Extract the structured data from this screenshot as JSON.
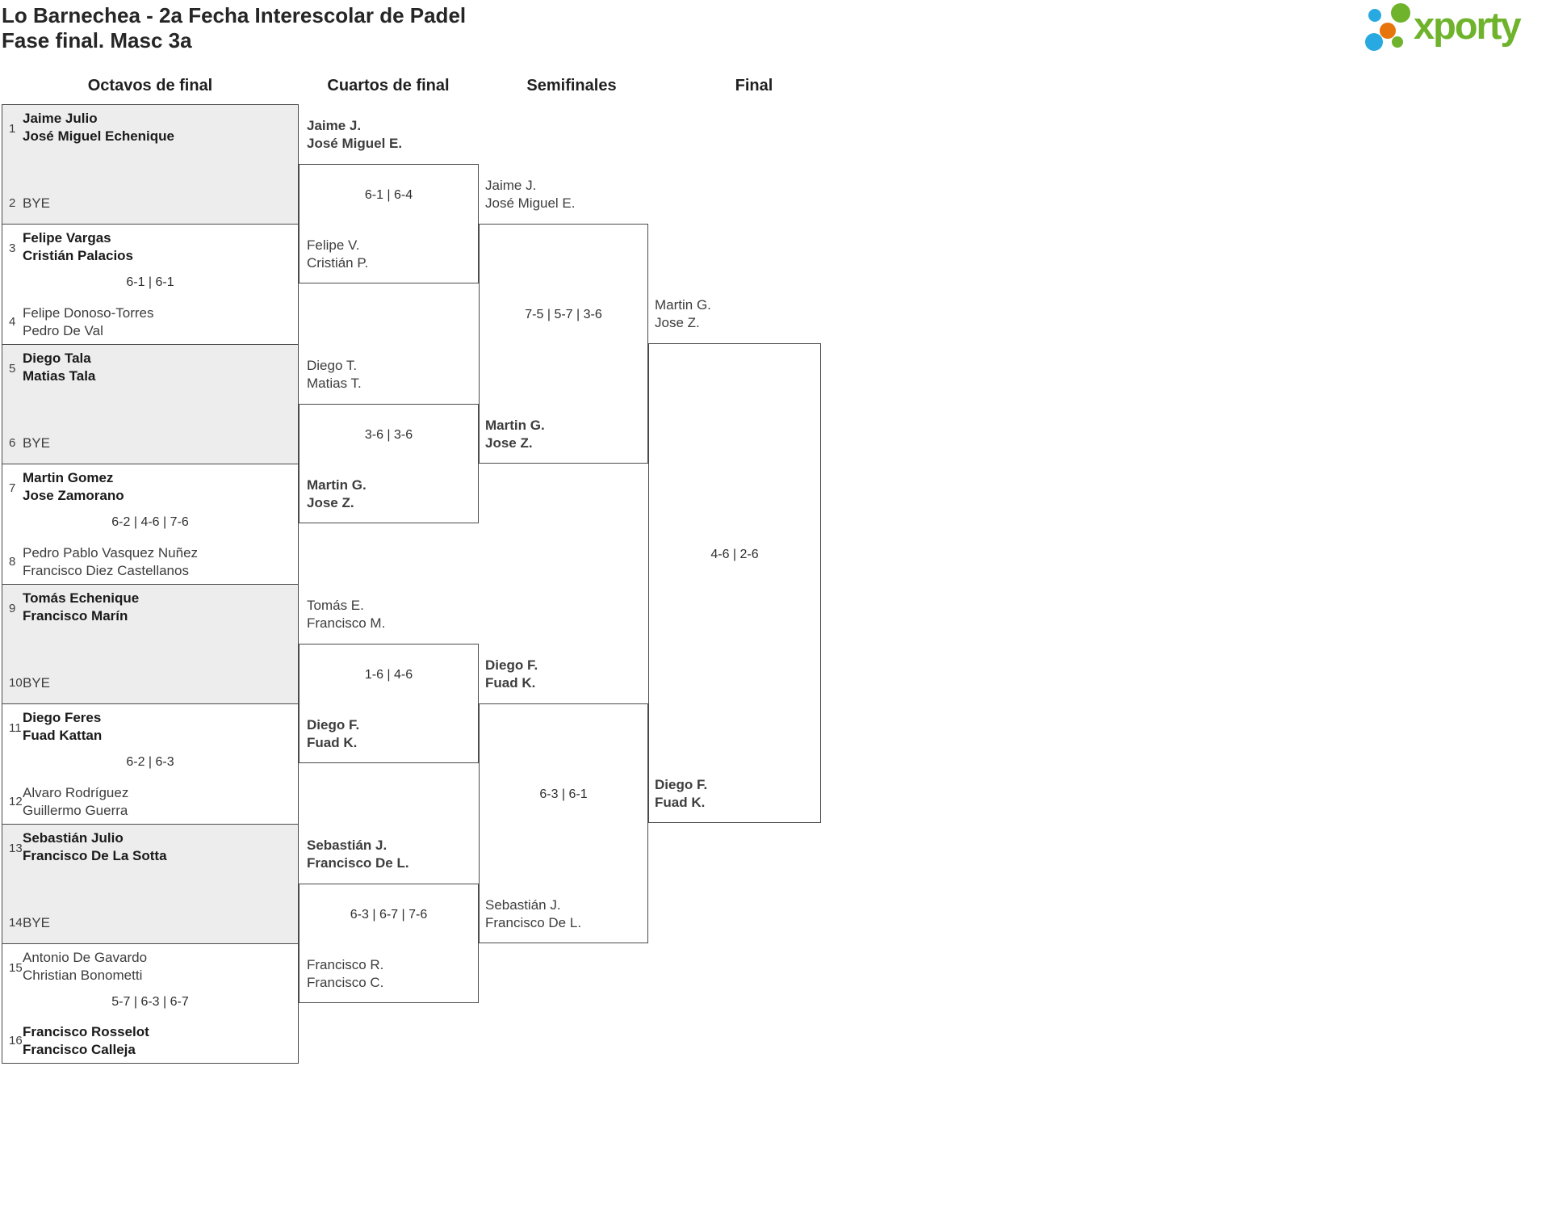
{
  "page_title": [
    "Lo Barnechea - 2a Fecha Interescolar de Padel",
    "Fase final. Masc 3a"
  ],
  "logo": {
    "wordmark": "xporty",
    "colors": {
      "green": "#6fb32c",
      "blue": "#29a9e1",
      "orange": "#e8740c"
    }
  },
  "round_headers": [
    "Octavos de final",
    "Cuartos de final",
    "Semifinales",
    "Final"
  ],
  "octavos": [
    {
      "top": {
        "seed": "1",
        "names": [
          "Jaime Julio",
          "José Miguel Echenique"
        ],
        "winner": true
      },
      "bottom": {
        "seed": "2",
        "names": [
          "BYE"
        ],
        "winner": false
      },
      "score": ""
    },
    {
      "top": {
        "seed": "3",
        "names": [
          "Felipe Vargas",
          "Cristián Palacios"
        ],
        "winner": true
      },
      "bottom": {
        "seed": "4",
        "names": [
          "Felipe Donoso-Torres",
          "Pedro De Val"
        ],
        "winner": false
      },
      "score": "6-1 | 6-1"
    },
    {
      "top": {
        "seed": "5",
        "names": [
          "Diego Tala",
          "Matias Tala"
        ],
        "winner": true
      },
      "bottom": {
        "seed": "6",
        "names": [
          "BYE"
        ],
        "winner": false
      },
      "score": ""
    },
    {
      "top": {
        "seed": "7",
        "names": [
          "Martin Gomez",
          "Jose Zamorano"
        ],
        "winner": true
      },
      "bottom": {
        "seed": "8",
        "names": [
          "Pedro Pablo Vasquez Nuñez",
          "Francisco Diez Castellanos"
        ],
        "winner": false
      },
      "score": "6-2 | 4-6 | 7-6"
    },
    {
      "top": {
        "seed": "9",
        "names": [
          "Tomás Echenique",
          "Francisco Marín"
        ],
        "winner": true
      },
      "bottom": {
        "seed": "10",
        "names": [
          "BYE"
        ],
        "winner": false
      },
      "score": ""
    },
    {
      "top": {
        "seed": "11",
        "names": [
          "Diego Feres",
          "Fuad Kattan"
        ],
        "winner": true
      },
      "bottom": {
        "seed": "12",
        "names": [
          "Alvaro Rodríguez",
          "Guillermo Guerra"
        ],
        "winner": false
      },
      "score": "6-2 | 6-3"
    },
    {
      "top": {
        "seed": "13",
        "names": [
          "Sebastián Julio",
          "Francisco De La Sotta"
        ],
        "winner": true
      },
      "bottom": {
        "seed": "14",
        "names": [
          "BYE"
        ],
        "winner": false
      },
      "score": ""
    },
    {
      "top": {
        "seed": "15",
        "names": [
          "Antonio De Gavardo",
          "Christian Bonometti"
        ],
        "winner": false
      },
      "bottom": {
        "seed": "16",
        "names": [
          "Francisco Rosselot",
          "Francisco Calleja"
        ],
        "winner": true
      },
      "score": "5-7 | 6-3 | 6-7"
    }
  ],
  "cuartos": [
    {
      "top": {
        "names": [
          "Jaime J.",
          "José Miguel E."
        ],
        "winner": true
      },
      "bottom": {
        "names": [
          "Felipe V.",
          "Cristián P."
        ],
        "winner": false
      },
      "score": "6-1 | 6-4"
    },
    {
      "top": {
        "names": [
          "Diego T.",
          "Matias T."
        ],
        "winner": false
      },
      "bottom": {
        "names": [
          "Martin G.",
          "Jose Z."
        ],
        "winner": true
      },
      "score": "3-6 | 3-6"
    },
    {
      "top": {
        "names": [
          "Tomás E.",
          "Francisco M."
        ],
        "winner": false
      },
      "bottom": {
        "names": [
          "Diego F.",
          "Fuad K."
        ],
        "winner": true
      },
      "score": "1-6 | 4-6"
    },
    {
      "top": {
        "names": [
          "Sebastián J.",
          "Francisco De L."
        ],
        "winner": true
      },
      "bottom": {
        "names": [
          "Francisco R.",
          "Francisco C."
        ],
        "winner": false
      },
      "score": "6-3 | 6-7 | 7-6"
    }
  ],
  "semifinales": [
    {
      "top": {
        "names": [
          "Jaime J.",
          "José Miguel E."
        ],
        "winner": false
      },
      "bottom": {
        "names": [
          "Martin G.",
          "Jose Z."
        ],
        "winner": true
      },
      "score": "7-5 | 5-7 | 3-6"
    },
    {
      "top": {
        "names": [
          "Diego F.",
          "Fuad K."
        ],
        "winner": true
      },
      "bottom": {
        "names": [
          "Sebastián J.",
          "Francisco De L."
        ],
        "winner": false
      },
      "score": "6-3 | 6-1"
    }
  ],
  "final": {
    "top": {
      "names": [
        "Martin G.",
        "Jose Z."
      ],
      "winner": false
    },
    "bottom": {
      "names": [
        "Diego F.",
        "Fuad K."
      ],
      "winner": true
    },
    "score": "4-6 | 2-6"
  }
}
